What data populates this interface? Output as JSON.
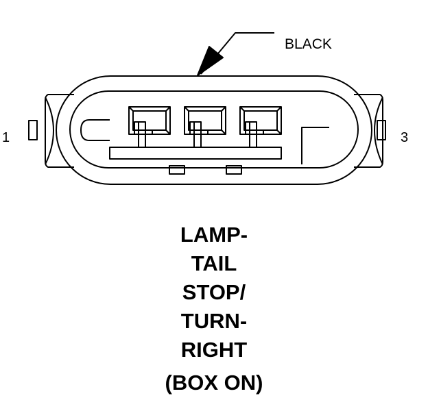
{
  "diagram": {
    "callout_label": "BLACK",
    "pin_left": "1",
    "pin_right": "3",
    "caption_lines": [
      "LAMP-",
      "TAIL",
      "STOP/",
      "TURN-",
      "RIGHT"
    ],
    "caption_note": "(BOX ON)",
    "colors": {
      "ink": "#000000",
      "background": "#ffffff"
    }
  }
}
